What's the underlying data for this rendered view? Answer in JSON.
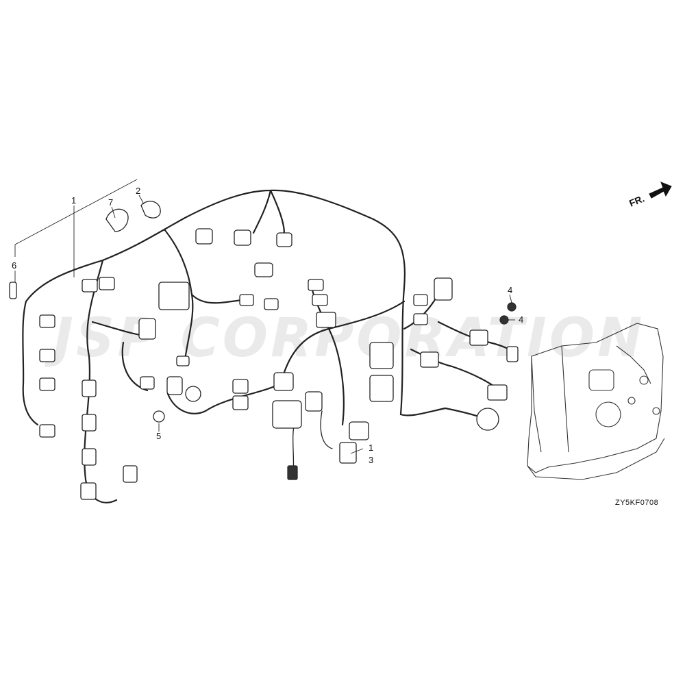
{
  "watermark": "JSP CORPORATION",
  "front_marker": {
    "label": "FR."
  },
  "figure_code": "ZY5KF0708",
  "callouts": [
    {
      "id": "c1a",
      "label": "1"
    },
    {
      "id": "c2",
      "label": "2"
    },
    {
      "id": "c7",
      "label": "7"
    },
    {
      "id": "c6",
      "label": "6"
    },
    {
      "id": "c5",
      "label": "5"
    },
    {
      "id": "c1b",
      "label": "1"
    },
    {
      "id": "c3",
      "label": "3"
    },
    {
      "id": "c4a",
      "label": "4"
    },
    {
      "id": "c4b",
      "label": "4"
    }
  ]
}
